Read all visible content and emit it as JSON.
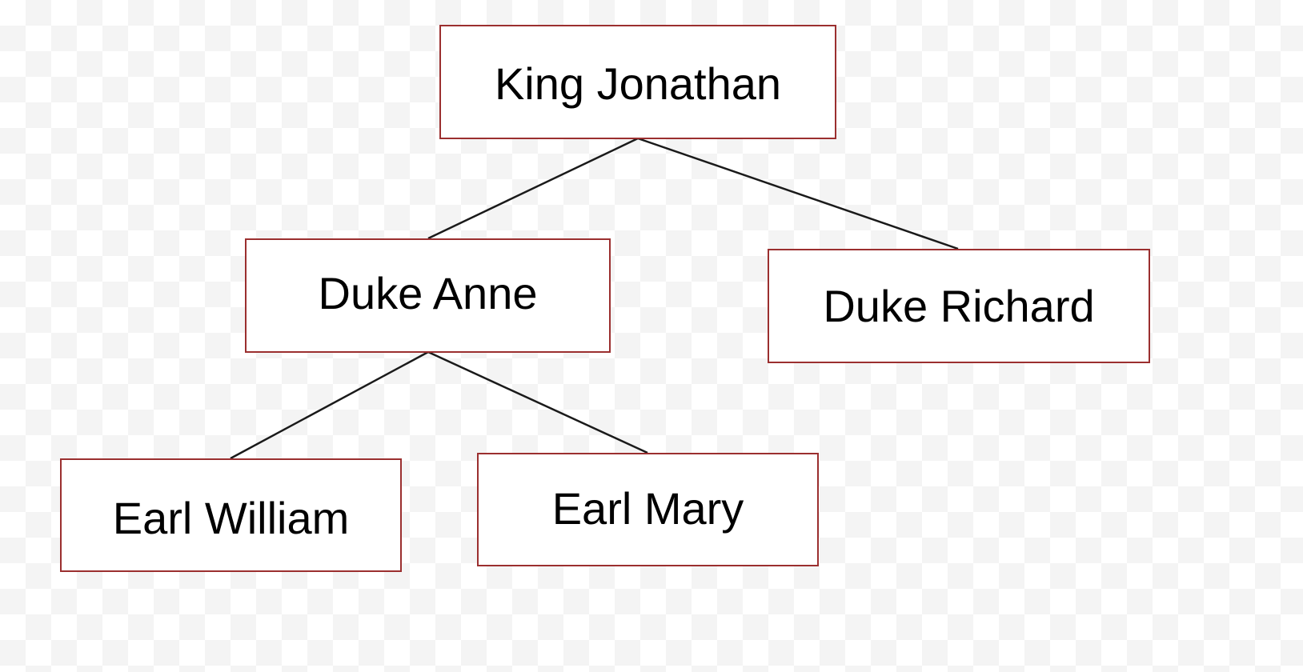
{
  "diagram": {
    "type": "tree",
    "nodes": [
      {
        "id": "king",
        "label": "King Jonathan"
      },
      {
        "id": "anne",
        "label": "Duke Anne"
      },
      {
        "id": "richard",
        "label": "Duke Richard"
      },
      {
        "id": "william",
        "label": "Earl William"
      },
      {
        "id": "mary",
        "label": "Earl Mary"
      }
    ],
    "edges": [
      {
        "from": "king",
        "to": "anne"
      },
      {
        "from": "king",
        "to": "richard"
      },
      {
        "from": "anne",
        "to": "william"
      },
      {
        "from": "anne",
        "to": "mary"
      }
    ],
    "colors": {
      "border": "#9b2f2f",
      "line": "#1a1a1a"
    }
  }
}
